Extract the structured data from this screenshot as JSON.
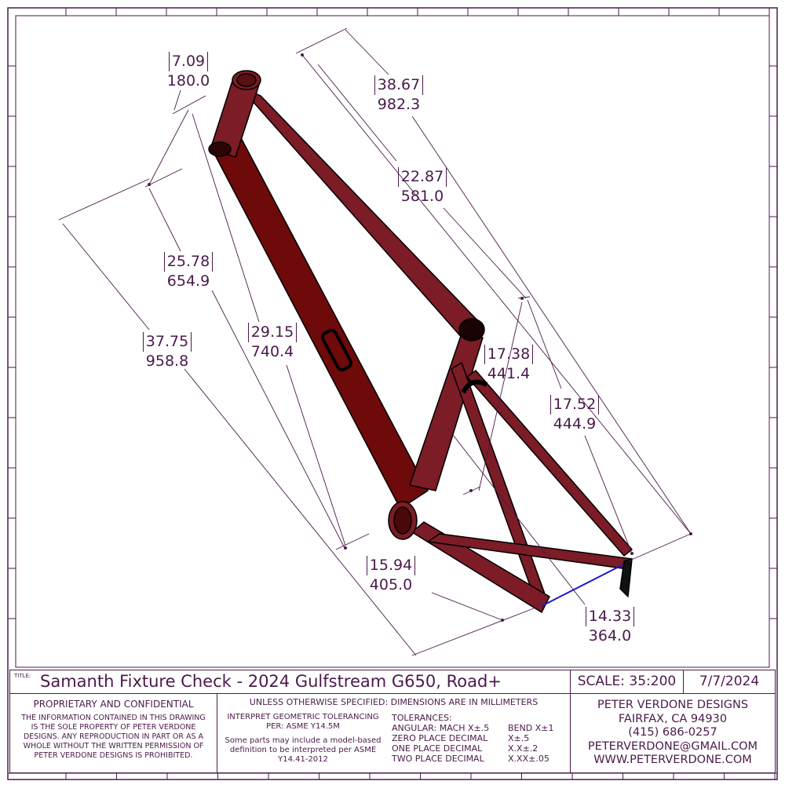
{
  "colors": {
    "line": "#4b1a4b",
    "frame": "#7b1c26",
    "frame_dark": "#6e0a0a",
    "axle": "#1a1ad0"
  },
  "dimensions": [
    {
      "inch": "7.09",
      "mm": "180.0"
    },
    {
      "inch": "38.67",
      "mm": "982.3"
    },
    {
      "inch": "22.87",
      "mm": "581.0"
    },
    {
      "inch": "25.78",
      "mm": "654.9"
    },
    {
      "inch": "37.75",
      "mm": "958.8"
    },
    {
      "inch": "29.15",
      "mm": "740.4"
    },
    {
      "inch": "17.38",
      "mm": "441.4"
    },
    {
      "inch": "17.52",
      "mm": "444.9"
    },
    {
      "inch": "15.94",
      "mm": "405.0"
    },
    {
      "inch": "14.33",
      "mm": "364.0"
    }
  ],
  "title_block": {
    "title_label": "TITLE:",
    "title": "Samanth Fixture Check - 2024 Gulfstream G650, Road+",
    "scale": "SCALE: 35:200",
    "date": "7/7/2024",
    "proprietary_heading": "PROPRIETARY AND CONFIDENTIAL",
    "proprietary_text": "THE INFORMATION CONTAINED IN THIS DRAWING IS THE SOLE PROPERTY OF PETER VERDONE DESIGNS.  ANY  REPRODUCTION IN PART OR AS A WHOLE WITHOUT THE WRITTEN PERMISSION OF PETER VERDONE DESIGNS IS PROHIBITED.",
    "units_note": "UNLESS OTHERWISE SPECIFIED: DIMENSIONS ARE IN MILLIMETERS",
    "gdt_note": "INTERPRET GEOMETRIC TOLERANCING PER: ASME Y14.5M",
    "mbd_note": "Some parts may include a model-based definition to be interpreted per ASME Y14.41-2012",
    "tolerances_heading": "TOLERANCES:",
    "tolerances": [
      {
        "label": "ANGULAR: MACH X±.5",
        "value": "BEND X±1"
      },
      {
        "label": "ZERO PLACE DECIMAL",
        "value": "X±.5"
      },
      {
        "label": "ONE PLACE DECIMAL",
        "value": "X.X±.2"
      },
      {
        "label": "TWO PLACE DECIMAL",
        "value": "X.XX±.05"
      }
    ],
    "company": {
      "name": "PETER VERDONE DESIGNS",
      "city": "FAIRFAX, CA 94930",
      "phone": "(415) 686-0257",
      "email": "PETERVERDONE@GMAIL.COM",
      "web": "WWW.PETERVERDONE.COM"
    }
  }
}
